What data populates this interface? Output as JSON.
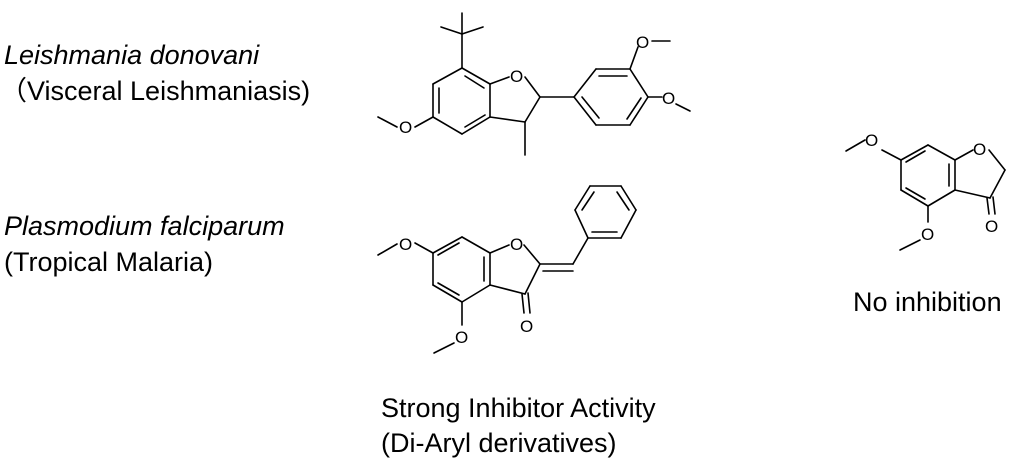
{
  "organisms": [
    {
      "name": "Leishmania donovani",
      "disease": "（Visceral Leishmaniasis)"
    },
    {
      "name": "Plasmodium falciparum",
      "disease": "(Tropical Malaria)"
    }
  ],
  "captions": {
    "strong_line1": "Strong Inhibitor Activity",
    "strong_line2": "(Di-Aryl derivatives)",
    "none": "No inhibition"
  },
  "atoms": {
    "oxygen": "O"
  }
}
